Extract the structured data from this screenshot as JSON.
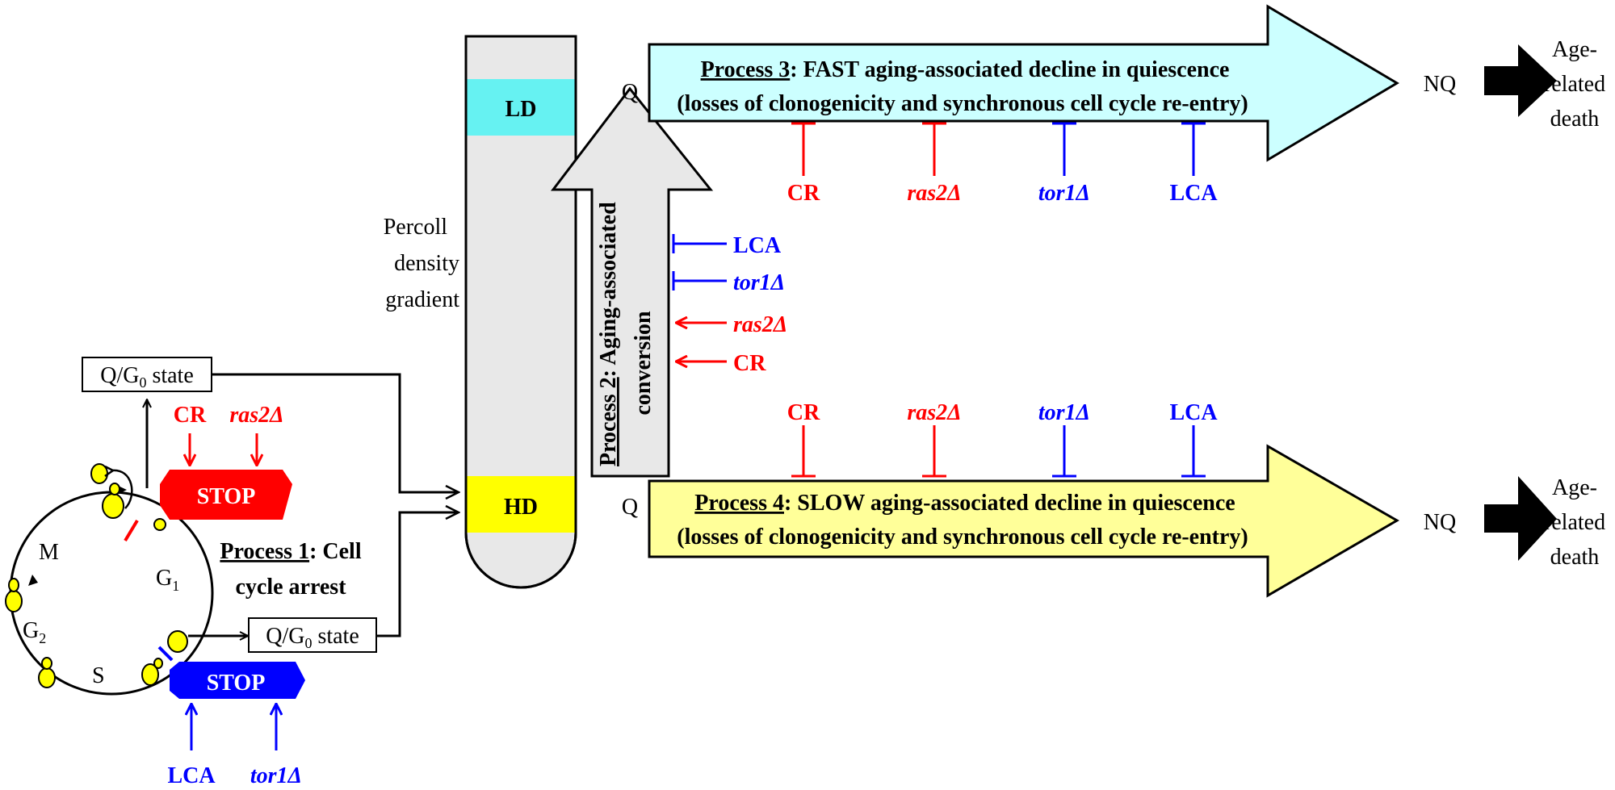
{
  "colors": {
    "red": "#ff0000",
    "blue": "#0000ff",
    "cyan_band": "#66f2f2",
    "yellow_band": "#ffff00",
    "process3_fill": "#ccffff",
    "process4_fill": "#ffff99",
    "tube_fill": "#e8e8e8",
    "conversion_fill": "#e8e8e8",
    "yeast": "#ffff00"
  },
  "process1": {
    "name": "Process 1",
    "rest1": ": Cell",
    "rest2": "cycle arrest"
  },
  "cell_cycle": {
    "M": "M",
    "G1": "G",
    "G1_sub": "1",
    "G2": "G",
    "G2_sub": "2",
    "S": "S"
  },
  "q_state_top": {
    "prefix": "Q/G",
    "sub": "0",
    "suffix": " state"
  },
  "q_state_bottom": {
    "prefix": "Q/G",
    "sub": "0",
    "suffix": " state"
  },
  "stop_red": {
    "label": "STOP",
    "inputs": [
      "CR",
      "ras2Δ"
    ]
  },
  "stop_blue": {
    "label": "STOP",
    "inputs": [
      "LCA",
      "tor1Δ"
    ]
  },
  "gradient": {
    "label_lines": [
      "Percoll",
      "density",
      "gradient"
    ],
    "ld": "LD",
    "hd": "HD"
  },
  "process2": {
    "name": "Process 2",
    "rest1": ": Aging-associated",
    "rest2": "conversion",
    "modifiers": [
      {
        "label": "LCA",
        "effect": "inhibit",
        "color": "blue"
      },
      {
        "label": "tor1Δ",
        "effect": "inhibit",
        "color": "blue"
      },
      {
        "label": "ras2Δ",
        "effect": "promote",
        "color": "red"
      },
      {
        "label": "CR",
        "effect": "promote",
        "color": "red"
      }
    ]
  },
  "process3": {
    "start": "Q",
    "name": "Process 3",
    "rest1": ": FAST aging-associated decline in quiescence",
    "line2": "(losses of clonogenicity and synchronous cell cycle re-entry)",
    "end": "NQ",
    "outcome": [
      "Age-",
      "related",
      "death"
    ],
    "inhibitors": [
      {
        "label": "CR",
        "color": "red"
      },
      {
        "label": "ras2Δ",
        "color": "red"
      },
      {
        "label": "tor1Δ",
        "color": "blue"
      },
      {
        "label": "LCA",
        "color": "blue"
      }
    ]
  },
  "process4": {
    "start": "Q",
    "name": "Process 4",
    "rest1": ": SLOW aging-associated decline in quiescence",
    "line2": "(losses of clonogenicity and synchronous cell cycle re-entry)",
    "end": "NQ",
    "outcome": [
      "Age-",
      "related",
      "death"
    ],
    "inhibitors": [
      {
        "label": "CR",
        "color": "red"
      },
      {
        "label": "ras2Δ",
        "color": "red"
      },
      {
        "label": "tor1Δ",
        "color": "blue"
      },
      {
        "label": "LCA",
        "color": "blue"
      }
    ]
  }
}
